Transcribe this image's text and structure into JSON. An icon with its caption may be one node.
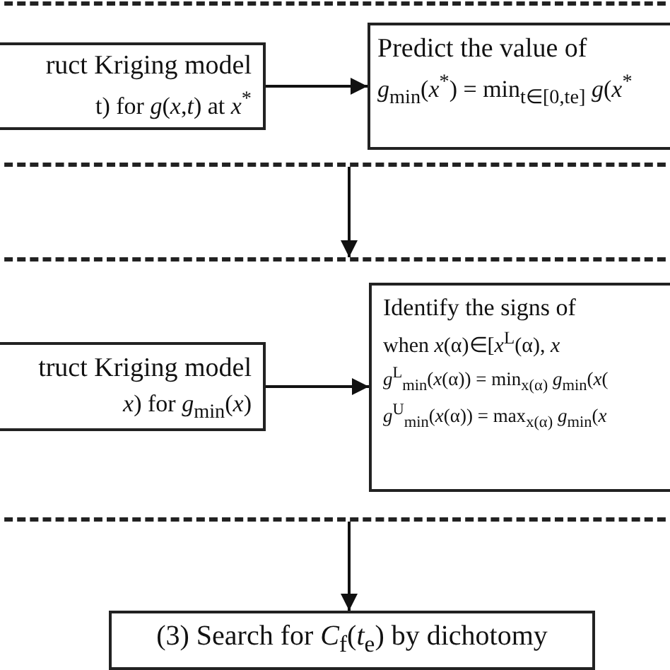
{
  "diagram": {
    "nodes": [
      {
        "text": [],
        "shape": "box"
      },
      {
        "text": [
          "ruct Kriging model",
          "t) for *g*(*x*,*t*) at *x*$^{*}$"
        ],
        "in": 0
      },
      {
        "text": [
          "Predict the value of",
          "*g*$_{min}$(*x*$^{*}$) = min$_{t∈[0,te]}$ *g*(*x*$^{*}$"
        ],
        "in": 0
      },
      {
        "text": [],
        "shape": "box"
      },
      {
        "text": [
          "truct Kriging model",
          "*x*) for *g*$_{min}$(*x*)"
        ],
        "in": 3
      },
      {
        "text": [
          "Identify the signs of",
          "when *x*(α)∈[*x*$^{L}$(α), *x*",
          "*g*$^{L}$$_{min}$(*x*(α)) = min$_{x(α)}$ *g*$_{min}$(*x*(",
          "*g*$^{U}$$_{min}$(*x*(α)) = max$_{x(α)}$ *g*$_{min}$(*x*"
        ],
        "in": 3
      },
      {
        "text": [
          "(3) Search for *C*$_{f}$(*t*$_{e}$) by dichotomy"
        ]
      }
    ],
    "edges": [
      {
        "from": 1,
        "to": 2,
        "arrow": "to"
      },
      {
        "from": 0,
        "to": 3,
        "arrow": "to"
      },
      {
        "from": 4,
        "to": 5,
        "arrow": "to"
      },
      {
        "from": 3,
        "to": 6,
        "arrow": "to"
      }
    ]
  }
}
